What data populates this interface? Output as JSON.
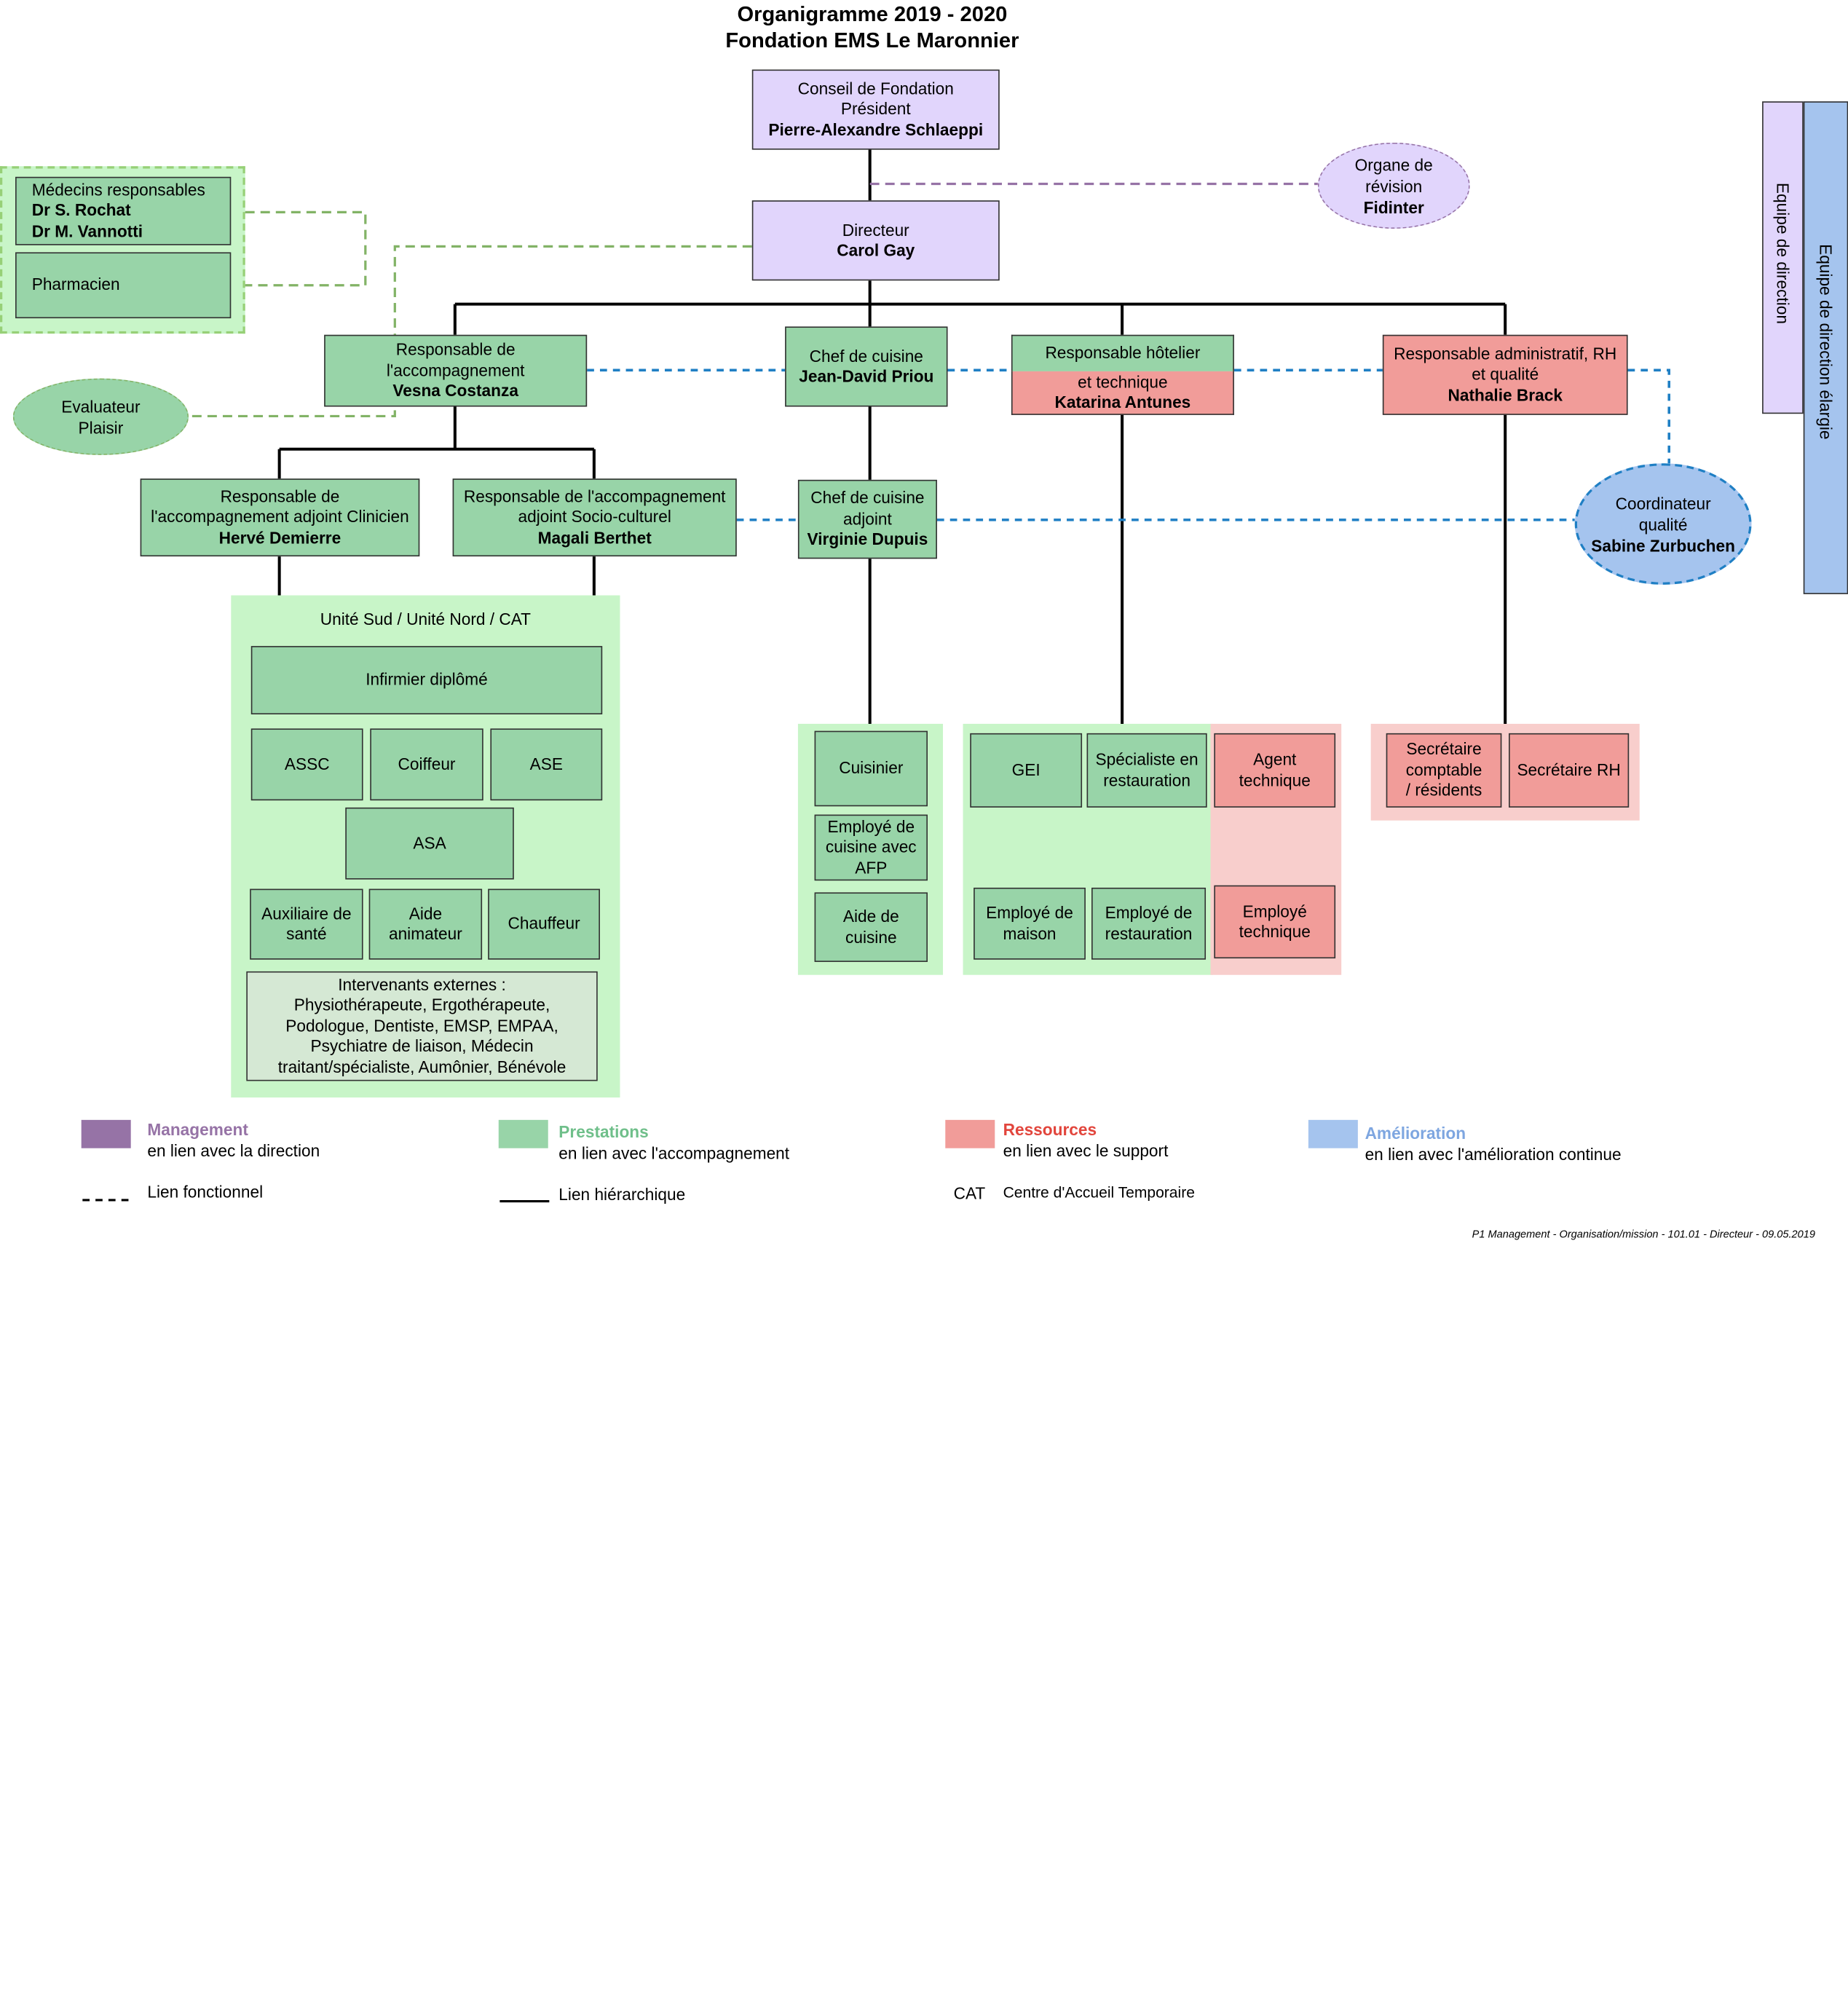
{
  "title": {
    "line1": "Organigramme 2019 - 2020",
    "line2": "Fondation EMS Le Maronnier"
  },
  "conseil": {
    "line1": "Conseil de Fondation",
    "line2": "Président",
    "name": "Pierre-Alexandre Schlaeppi"
  },
  "organe": {
    "line1": "Organe de",
    "line2": "révision",
    "name": "Fidinter"
  },
  "directeur": {
    "line1": "Directeur",
    "name": "Carol Gay"
  },
  "medecins": {
    "line1": "Médecins responsables",
    "name1": "Dr S. Rochat",
    "name2": "Dr M. Vannotti"
  },
  "pharmacien": "Pharmacien",
  "evaluateur": {
    "line1": "Evaluateur",
    "line2": "Plaisir"
  },
  "resp_accomp": {
    "line1": "Responsable de",
    "line2": "l'accompagnement",
    "name": "Vesna Costanza"
  },
  "chef_cuisine": {
    "line1": "Chef de cuisine",
    "name": "Jean-David Priou"
  },
  "resp_hotelier": {
    "line1": "Responsable hôtelier",
    "line2": "et technique",
    "name": "Katarina Antunes"
  },
  "resp_admin": {
    "line1": "Responsable administratif, RH",
    "line2": "et qualité",
    "name": "Nathalie Brack"
  },
  "adj_clinicien": {
    "line1": "Responsable de",
    "line2": "l'accompagnement adjoint Clinicien",
    "name": "Hervé Demierre"
  },
  "adj_socio": {
    "line1": "Responsable de l'accompagnement",
    "line2": "adjoint Socio-culturel",
    "name": "Magali Berthet"
  },
  "chef_adjoint": {
    "line1": "Chef de cuisine",
    "line2": "adjoint",
    "name": "Virginie Dupuis"
  },
  "coordinateur": {
    "line1": "Coordinateur",
    "line2": "qualité",
    "name": "Sabine Zurbuchen"
  },
  "side": {
    "direction": "Equipe de direction",
    "elargie": "Equipe de direction élargie"
  },
  "unit": {
    "title": "Unité Sud / Unité Nord / CAT",
    "infirmier": "Infirmier diplômé",
    "assc": "ASSC",
    "coiffeur": "Coiffeur",
    "ase": "ASE",
    "asa": "ASA",
    "aux1": "Auxiliaire de",
    "aux2": "santé",
    "aide1": "Aide",
    "aide2": "animateur",
    "chauffeur": "Chauffeur",
    "ext": [
      "Intervenants externes :",
      "Physiothérapeute, Ergothérapeute,",
      "Podologue, Dentiste, EMSP, EMPAA,",
      "Psychiatre de liaison, Médecin",
      "traitant/spécialiste, Aumônier, Bénévole"
    ]
  },
  "cuisine_group": {
    "cuisinier": "Cuisinier",
    "afp": [
      "Employé de",
      "cuisine avec",
      "AFP"
    ],
    "aide": [
      "Aide de",
      "cuisine"
    ]
  },
  "hotel_group": {
    "gei": "GEI",
    "specialiste": [
      "Spécialiste en",
      "restauration"
    ],
    "agent": [
      "Agent",
      "technique"
    ],
    "maison": [
      "Employé de",
      "maison"
    ],
    "emp_rest": [
      "Employé de",
      "restauration"
    ],
    "emp_tech": [
      "Employé",
      "technique"
    ]
  },
  "admin_group": {
    "compta": [
      "Secrétaire",
      "comptable",
      "/ résidents"
    ],
    "rh": "Secrétaire RH"
  },
  "legend": {
    "management": {
      "title": "Management",
      "sub": "en lien avec la direction"
    },
    "prestations": {
      "title": "Prestations",
      "sub": "en lien avec l'accompagnement"
    },
    "ressources": {
      "title": "Ressources",
      "sub": "en lien avec le support"
    },
    "amelioration": {
      "title": "Amélioration",
      "sub": "en lien avec l'amélioration continue"
    },
    "fonctionnel": "Lien fonctionnel",
    "hierarchique": "Lien hiérarchique",
    "cat": "CAT",
    "cat_desc": "Centre d'Accueil Temporaire"
  },
  "footer": "P1 Management - Organisation/mission - 101.01 - Directeur - 09.05.2019",
  "colors": {
    "management": "#e1d5fc",
    "prestations": "#98d4a8",
    "ressources": "#f19c99",
    "amelioration": "#a5c4ee",
    "legend_management": "#9673a6",
    "legend_prestations": "#82b366",
    "legend_ressources": "#ea6b66",
    "legend_amelioration": "#7ea6e0"
  }
}
